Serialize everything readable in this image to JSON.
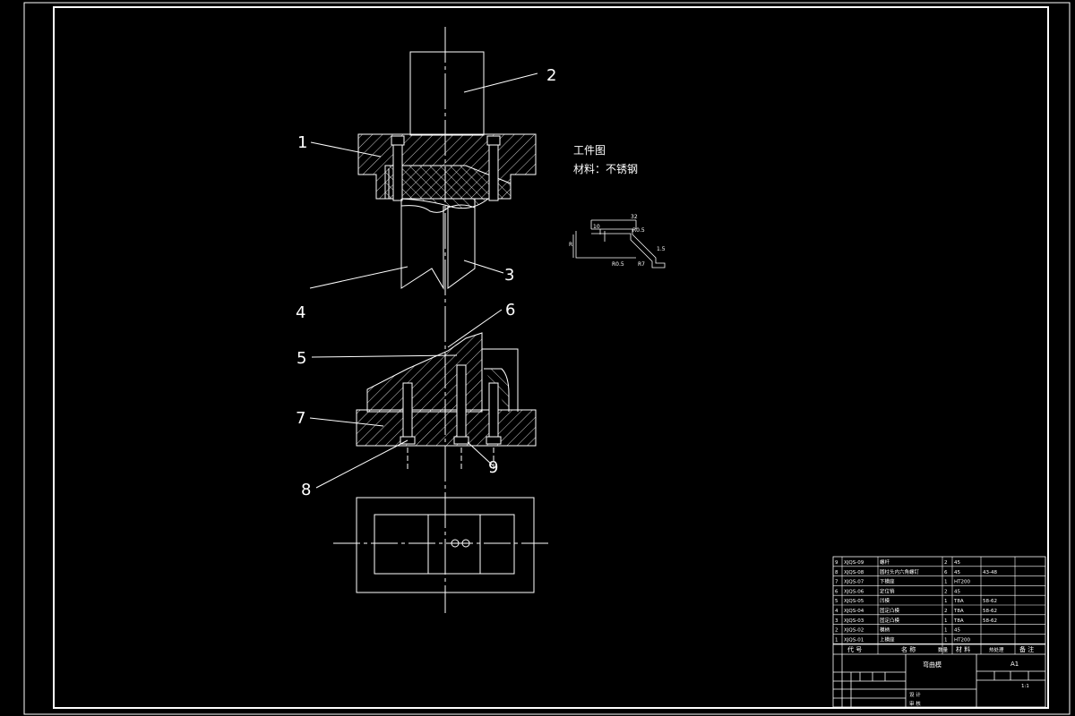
{
  "drawing": {
    "part_labels": [
      "1",
      "2",
      "3",
      "4",
      "5",
      "6",
      "7",
      "8",
      "9"
    ],
    "workpiece_note": {
      "title": "工件图",
      "material": "材料：不锈钢"
    },
    "workpiece_dims": {
      "top_width": "32",
      "flange": "10",
      "height": "R",
      "r1": "R0.5",
      "bottom": "R7",
      "r2": "R0.5",
      "thick": "1.5"
    }
  },
  "title_block": {
    "bom_rows": [
      {
        "no": "9",
        "code": "XJQS-09",
        "name": "螺杆",
        "qty": "2",
        "material": "45",
        "hardness": "",
        "note": ""
      },
      {
        "no": "8",
        "code": "XJQS-08",
        "name": "圆柱头内六角螺钉",
        "qty": "6",
        "material": "45",
        "hardness": "43-48",
        "note": ""
      },
      {
        "no": "7",
        "code": "XJQS-07",
        "name": "下模座",
        "qty": "1",
        "material": "HT200",
        "hardness": "",
        "note": ""
      },
      {
        "no": "6",
        "code": "XJQS-06",
        "name": "定位销",
        "qty": "2",
        "material": "45",
        "hardness": "",
        "note": ""
      },
      {
        "no": "5",
        "code": "XJQS-05",
        "name": "凹模",
        "qty": "1",
        "material": "T8A",
        "hardness": "58-62",
        "note": ""
      },
      {
        "no": "4",
        "code": "XJQS-04",
        "name": "固定凸模",
        "qty": "2",
        "material": "T8A",
        "hardness": "58-62",
        "note": ""
      },
      {
        "no": "3",
        "code": "XJQS-03",
        "name": "固定凸模",
        "qty": "1",
        "material": "T8A",
        "hardness": "58-62",
        "note": ""
      },
      {
        "no": "2",
        "code": "XJQS-02",
        "name": "模柄",
        "qty": "1",
        "material": "45",
        "hardness": "",
        "note": ""
      },
      {
        "no": "1",
        "code": "XJQS-01",
        "name": "上模座",
        "qty": "1",
        "material": "HT200",
        "hardness": "",
        "note": ""
      }
    ],
    "header": {
      "code": "代 号",
      "name": "名 称",
      "qty": "数量",
      "material": "材 料",
      "hardness": "热处理",
      "note": "备 注"
    },
    "drawing_name": "弯曲模",
    "sheet_size": "A1",
    "scale": "1:1",
    "sign_labels": [
      "设 计",
      "审 核"
    ]
  }
}
